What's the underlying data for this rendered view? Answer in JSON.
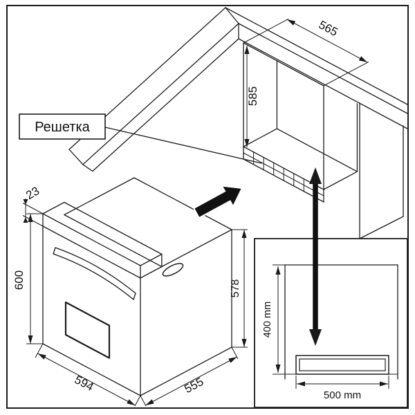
{
  "drawing": {
    "callout_label": "Решетка",
    "dims": {
      "d565": "565",
      "d585": "585",
      "d23": "23",
      "d600": "600",
      "d594": "594",
      "d555": "555",
      "d578": "578",
      "d400": "400 mm",
      "d500": "500 mm"
    },
    "colors": {
      "line": "#1a1a1a",
      "arrow_fill": "#111111",
      "background": "#ffffff"
    }
  }
}
